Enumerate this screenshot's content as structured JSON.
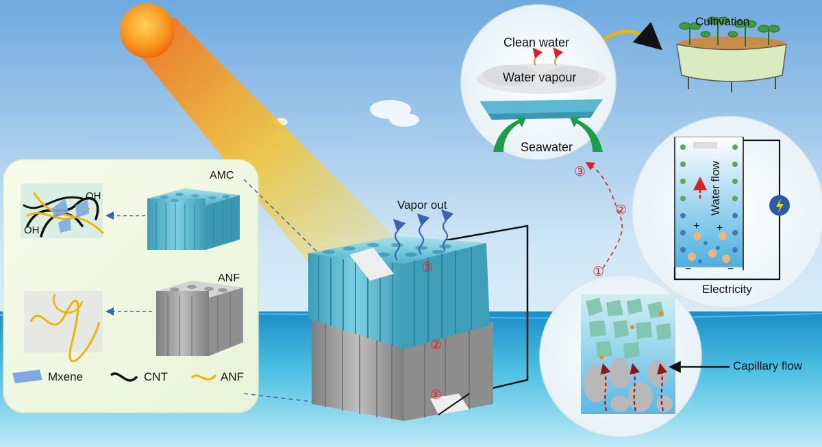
{
  "labels": {
    "clean_water": "Clean water",
    "water_vapour": "Water vapour",
    "seawater": "Seawater",
    "cultivation": "Cultivation",
    "water_flow": "Water flow",
    "electricity": "Electricity",
    "capillary_flow": "Capillary flow",
    "vapor_out": "Vapor out",
    "amc": "AMC",
    "anf_layer": "ANF",
    "oh_top": "OH",
    "oh_left": "OH"
  },
  "legend": {
    "mxene": "Mxene",
    "cnt": "CNT",
    "anf": "ANF"
  },
  "steps": {
    "one": "①",
    "two": "②",
    "three": "③"
  },
  "ion_signs": {
    "plus": "+",
    "minus": "−"
  },
  "colors": {
    "sky_top": "#7fb2e0",
    "sea": "#2aa9d8",
    "sun": "#f39a1c",
    "membrane_top": "#5ab8d0",
    "membrane_bottom": "#9a9a9a",
    "arrow_red": "#e02020",
    "arrow_green": "#1a9e4a",
    "arrow_yellow": "#f0b400",
    "anf_fiber": "#f0b400",
    "cnt_fiber": "#111111"
  },
  "icons": [
    "sun-icon",
    "plant-pot-icon",
    "lightning-bulb-icon",
    "wave-vapor-icon"
  ]
}
